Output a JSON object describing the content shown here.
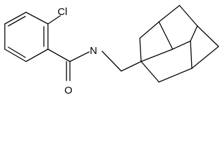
{
  "molecule": {
    "atom_labels": {
      "chlorine": "Cl",
      "nitrogen": "N",
      "oxygen": "O"
    },
    "colors": {
      "bonds": "#000000",
      "labels": "#000000",
      "background": "#ffffff"
    }
  }
}
